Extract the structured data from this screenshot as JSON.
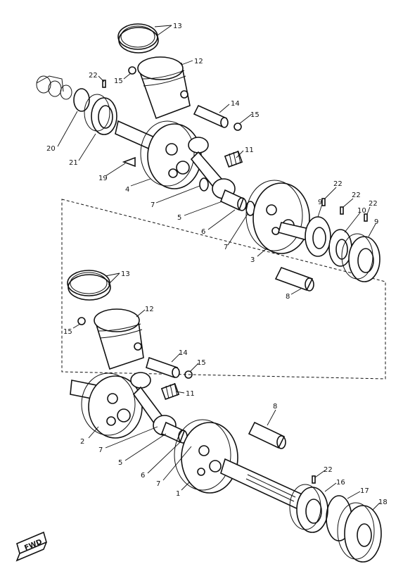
{
  "labels": {
    "upper": {
      "ring_set": "13",
      "piston": "12",
      "clip_a": "15",
      "clip_b": "15",
      "pin": "14",
      "needle_bearing": "11",
      "dowel_top": "22",
      "oil_seal": "20",
      "bearing_left": "21",
      "key": "19",
      "crank_web_left": "4",
      "crank_pin_washer": "7",
      "crank_pin": "5",
      "big_end_bearing": "6",
      "thrust_washer": "7",
      "crank_web_right": "3",
      "crank_pin_2": "8",
      "dowel_a": "22",
      "dowel_b": "22",
      "dowel_c": "22",
      "bearing_a": "9",
      "bearing_b": "9",
      "spacer": "10"
    },
    "lower": {
      "ring_set": "13",
      "piston": "12",
      "clip_a": "15",
      "clip_b": "15",
      "pin": "14",
      "needle_bearing": "11",
      "crank_web_left": "2",
      "washer": "7",
      "crank_pin": "5",
      "big_end_bearing": "6",
      "washer_2": "7",
      "crank_web_right": "1",
      "crank_pin_2": "8",
      "dowel": "22",
      "bearing": "16",
      "circlip": "17",
      "oil_seal": "18"
    },
    "fwd_tag": "FWD"
  }
}
